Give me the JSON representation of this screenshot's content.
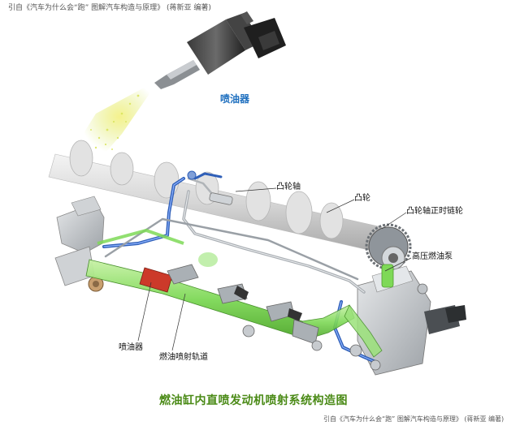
{
  "source_note": "引自《汽车为什么会“跑” 图解汽车构造与原理》 (蒋新亚 编著)",
  "title": "燃油缸内直喷发动机喷射系统构造图",
  "labels": {
    "injector_top": "喷油器",
    "camshaft": "凸轮轴",
    "cam": "凸轮",
    "cam_timing_sprocket": "凸轮轴正时链轮",
    "high_pressure_pump": "高压燃油泵",
    "injector": "喷油器",
    "fuel_rail": "燃油喷射轨道"
  },
  "colors": {
    "title": "#4a8a16",
    "injector_label": "#1e6fbf",
    "fuel_green": "#7ed957",
    "fuel_line_blue": "#2f5fb8",
    "metal": "#b8bcc0"
  }
}
